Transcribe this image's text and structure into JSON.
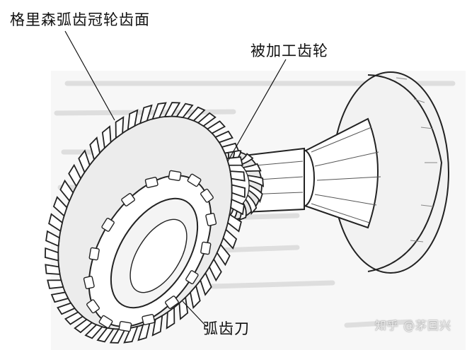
{
  "labels": {
    "crown_gear_face": "格里森弧齿冠轮齿面",
    "work_gear": "被加工齿轮",
    "arc_cutter": "弧齿刀"
  },
  "watermark": "知乎 @茅国兴"
}
